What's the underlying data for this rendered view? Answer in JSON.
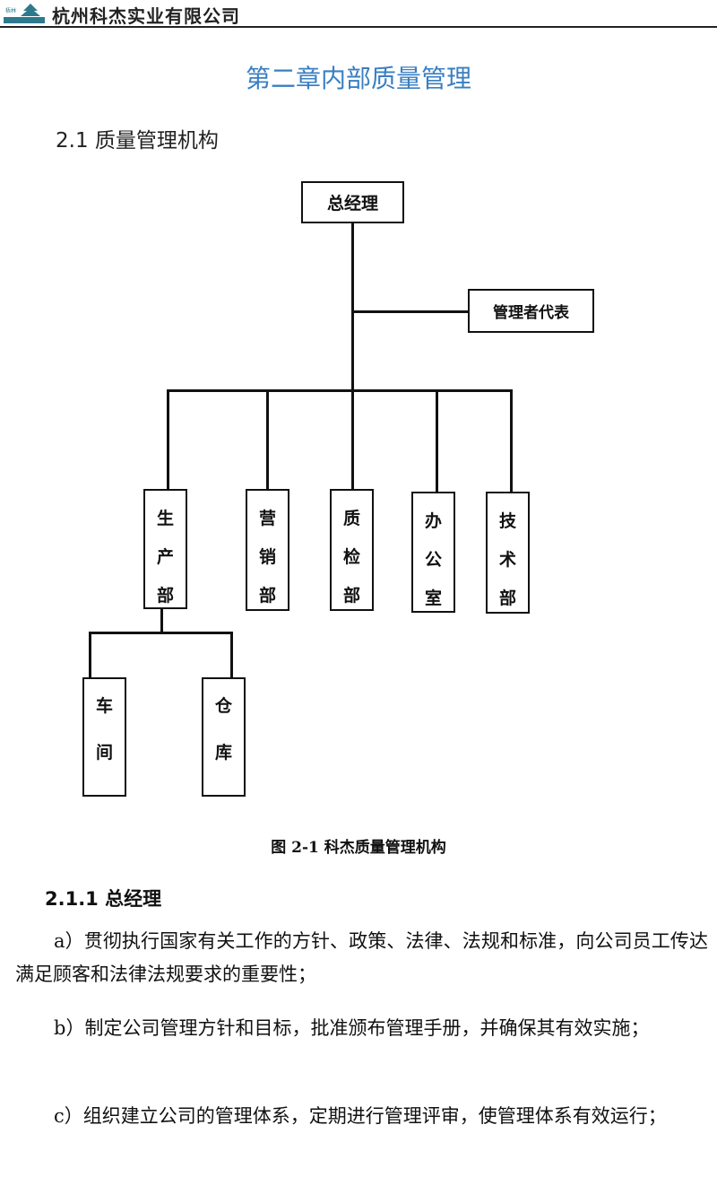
{
  "header": {
    "logo_text": "梧林",
    "company": "杭州科杰实业有限公司",
    "logo_color": "#2e7a8c"
  },
  "chapter_title": "第二章内部质量管理",
  "section_title": "2.1 质量管理机构",
  "org_chart": {
    "top": "总经理",
    "representative": "管理者代表",
    "departments": [
      {
        "chars": [
          "生",
          "产",
          "部"
        ]
      },
      {
        "chars": [
          "营",
          "销",
          "部"
        ]
      },
      {
        "chars": [
          "质",
          "检",
          "部"
        ]
      },
      {
        "chars": [
          "办",
          "公",
          "室"
        ]
      },
      {
        "chars": [
          "技",
          "术",
          "部"
        ]
      }
    ],
    "sub_units": [
      {
        "chars": [
          "车",
          "间"
        ]
      },
      {
        "chars": [
          "仓",
          "库"
        ]
      }
    ]
  },
  "figure_caption": "图 2-1 科杰质量管理机构",
  "subsection_title": "2.1.1 总经理",
  "paragraphs": [
    "a）贯彻执行国家有关工作的方针、政策、法律、法规和标准，向公司员工传达满足顾客和法律法规要求的重要性；",
    "b）制定公司管理方针和目标，批准颁布管理手册，并确保其有效实施；",
    "c）组织建立公司的管理体系，定期进行管理评审，使管理体系有效运行；"
  ]
}
